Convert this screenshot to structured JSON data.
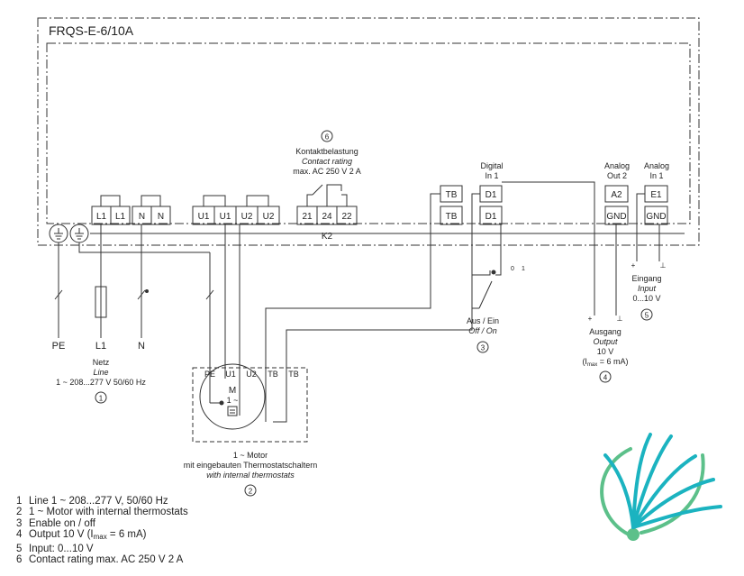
{
  "device": {
    "title": "FRQS-E-6/10A"
  },
  "terminals": {
    "main": [
      "L1",
      "L1",
      "N",
      "N",
      "U1",
      "U1",
      "U2",
      "U2",
      "21",
      "24",
      "22"
    ],
    "relay_label": "K2",
    "tb_top": "TB",
    "tb_bottom": "TB",
    "d1_top": "D1",
    "d1_bottom": "D1",
    "a2_top": "A2",
    "a2_bottom": "GND",
    "e1_top": "E1",
    "e1_bottom": "GND"
  },
  "contact": {
    "number": "6",
    "de": "Kontaktbelastung",
    "en": "Contact rating",
    "value": "max. AC 250 V 2 A"
  },
  "digital_in": {
    "line1": "Digital",
    "line2": "In 1"
  },
  "analog_out": {
    "line1": "Analog",
    "line2": "Out 2"
  },
  "analog_in": {
    "line1": "Analog",
    "line2": "In 1"
  },
  "supply": {
    "pe": "PE",
    "l1": "L1",
    "n": "N",
    "de": "Netz",
    "en": "Line",
    "spec": "1 ~ 208...277 V 50/60 Hz",
    "number": "1"
  },
  "motor": {
    "terminals": [
      "PE",
      "U1",
      "U2",
      "TB",
      "TB"
    ],
    "symbol": "M",
    "phase": "1 ~",
    "de1": "1 ~ Motor",
    "de2": "mit eingebauten Thermostatschaltern",
    "en": "with internal thermostats",
    "number": "2"
  },
  "switch": {
    "pos_off": "0",
    "pos_on": "1",
    "de": "Aus / Ein",
    "en": "Off / On",
    "number": "3"
  },
  "output": {
    "plus": "+",
    "minus": "⊥",
    "de": "Ausgang",
    "en": "Output",
    "value": "10 V",
    "imax_pre": "(I",
    "imax_sub": "max",
    "imax_post": " = 6 mA)",
    "number": "4"
  },
  "input": {
    "plus": "+",
    "minus": "⊥",
    "de": "Eingang",
    "en": "Input",
    "value": "0...10 V",
    "number": "5"
  },
  "legend": [
    {
      "num": "1",
      "text": "Line 1 ~ 208...277 V, 50/60 Hz"
    },
    {
      "num": "2",
      "text": "1 ~ Motor with internal thermostats"
    },
    {
      "num": "3",
      "text": "Enable on / off"
    },
    {
      "num": "4",
      "text_pre": "Output 10 V (I",
      "sub": "max",
      "text_post": " = 6 mA)"
    },
    {
      "num": "5",
      "text": "Input: 0...10 V"
    },
    {
      "num": "6",
      "text": "Contact rating max. AC 250 V 2 A"
    }
  ],
  "colors": {
    "line": "#333333",
    "logo_teal": "#1bb3c0",
    "logo_green": "#5cc08a"
  }
}
